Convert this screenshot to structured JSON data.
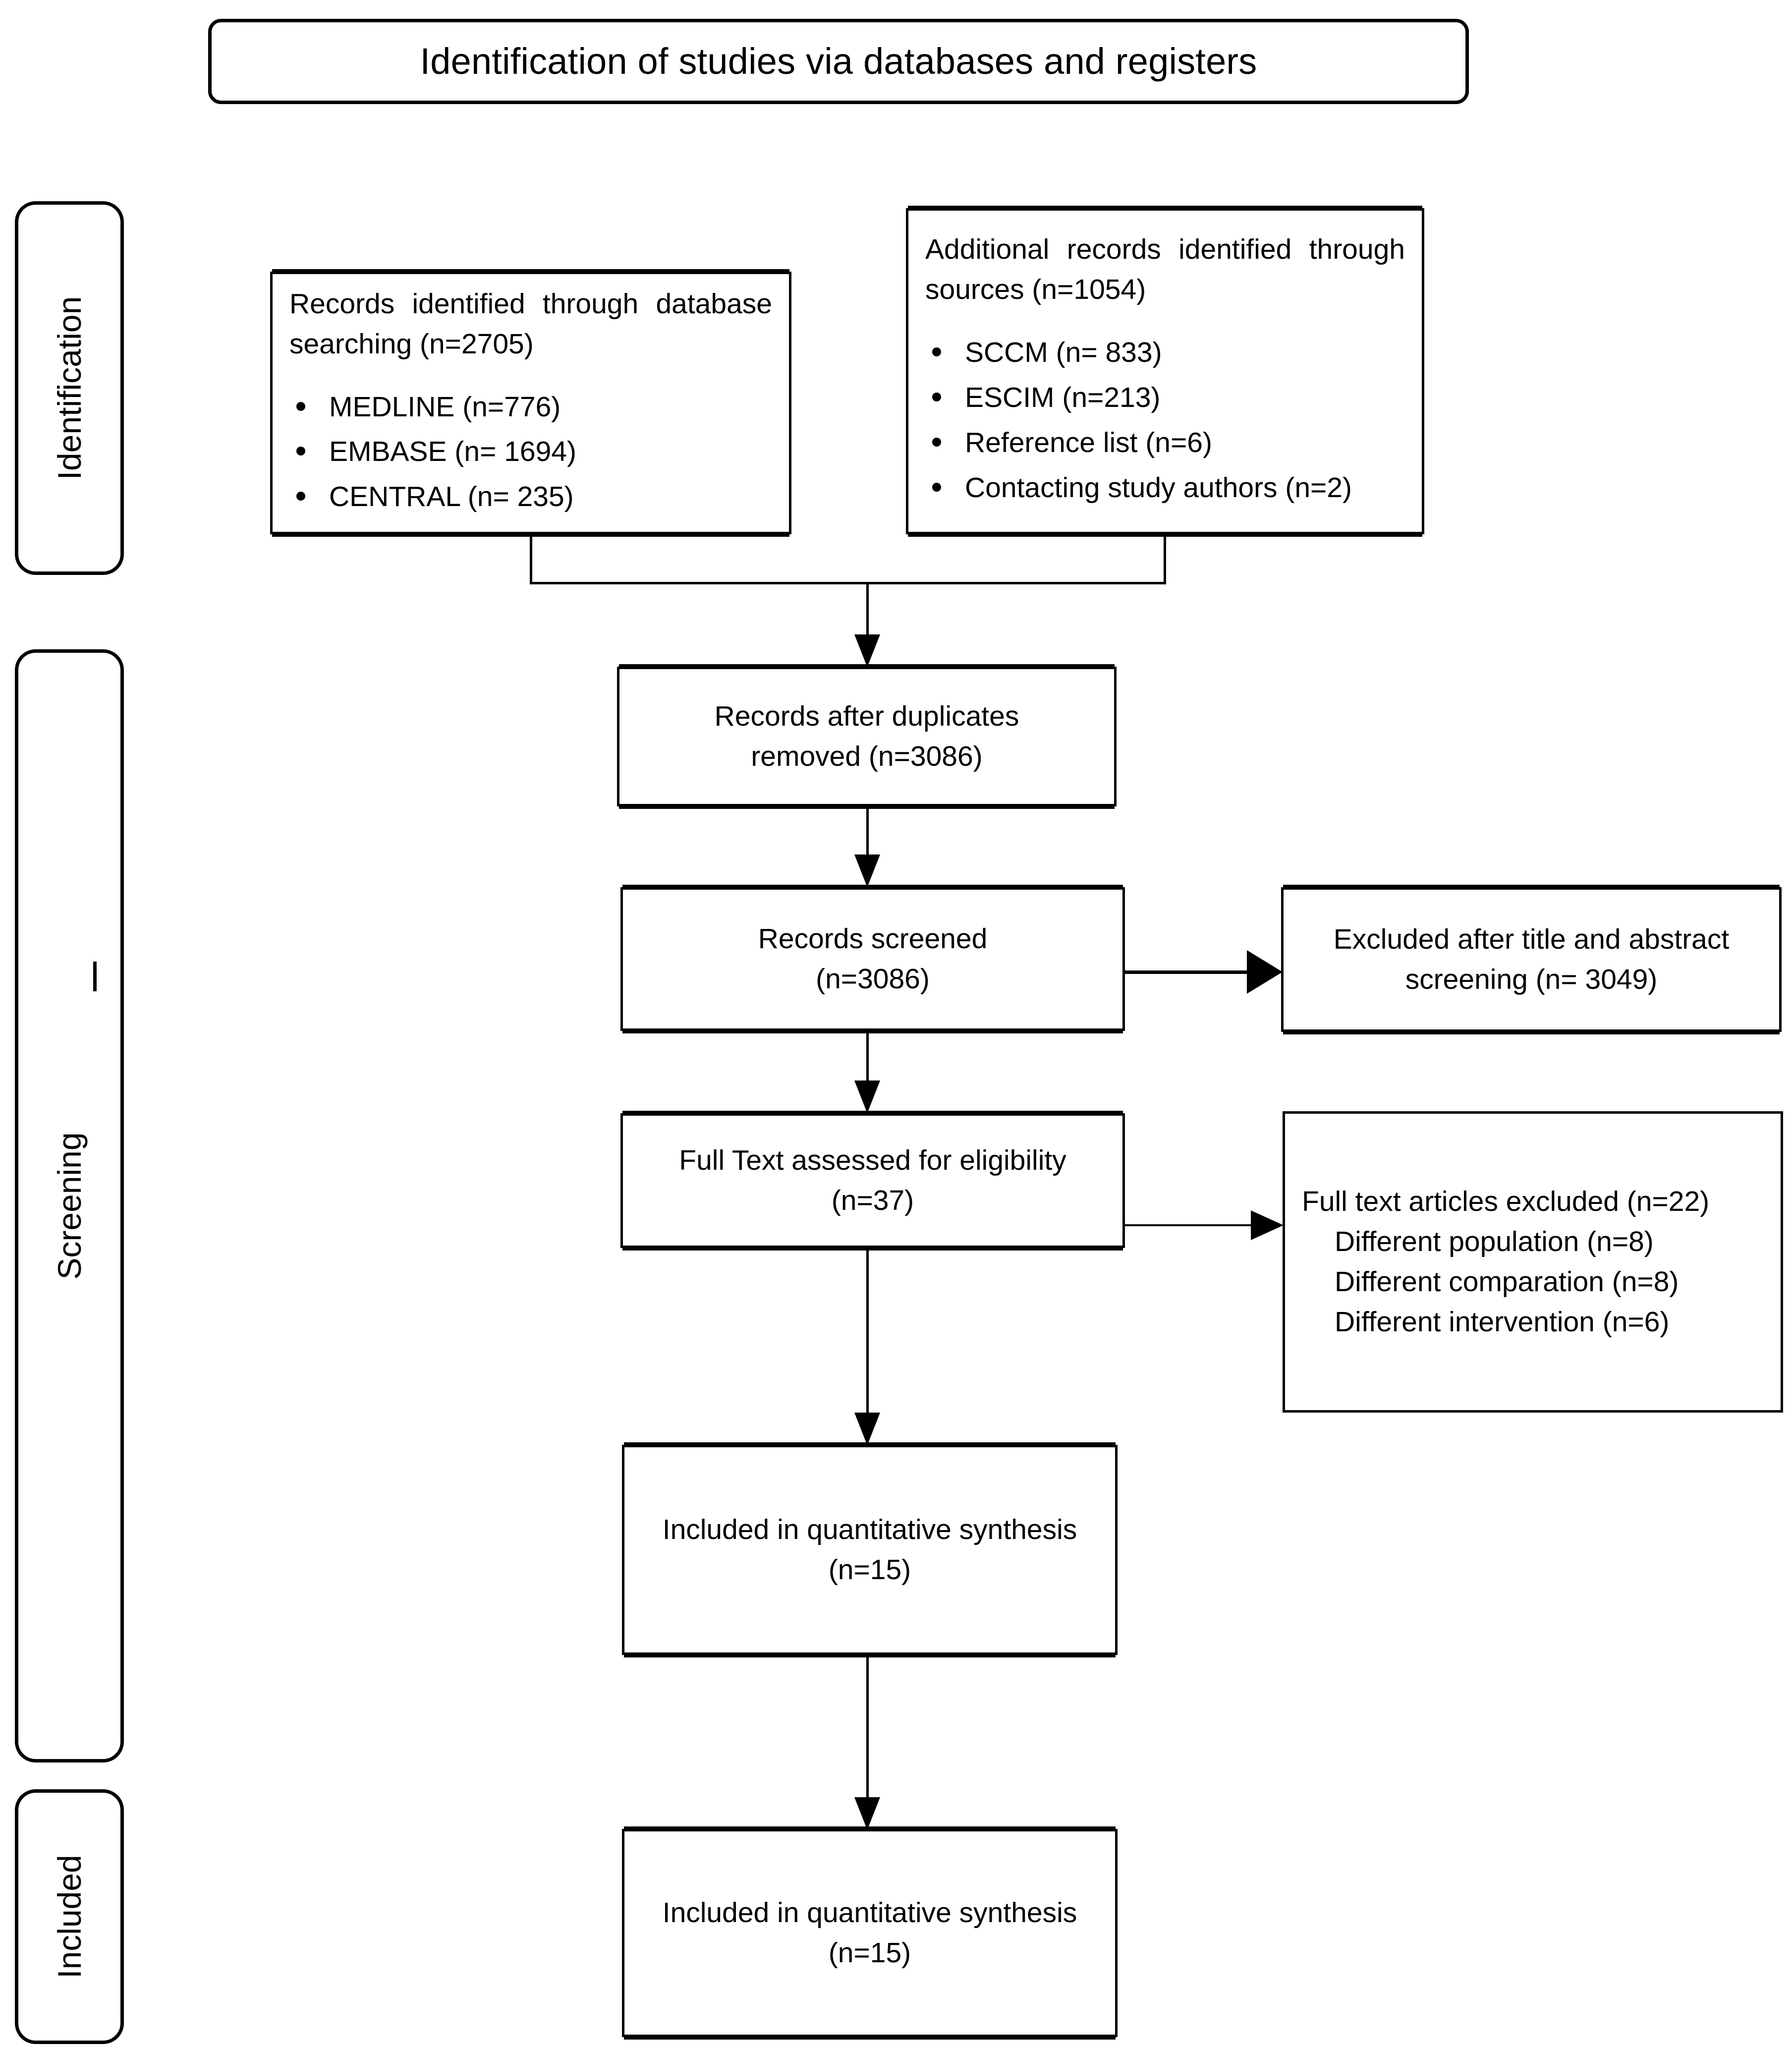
{
  "title": {
    "text": "Identification of studies via databases and registers"
  },
  "stages": [
    {
      "id": "identification",
      "label": "Identification"
    },
    {
      "id": "screening",
      "label": "Screening"
    },
    {
      "id": "included",
      "label": "Included"
    }
  ],
  "boxes": {
    "db_search": {
      "heading": "Records identified through database searching (n=2705)",
      "bullets": [
        "MEDLINE (n=776)",
        "EMBASE (n= 1694)",
        "CENTRAL (n= 235)"
      ]
    },
    "additional": {
      "heading": "Additional records identified through sources (n=1054)",
      "bullets": [
        "SCCM (n= 833)",
        "ESCIM (n=213)",
        "Reference list (n=6)",
        "Contacting study authors (n=2)"
      ]
    },
    "dedup": {
      "line1": "Records after duplicates",
      "line2": "removed (n=3086)"
    },
    "screened": {
      "line1": "Records screened",
      "line2": "(n=3086)"
    },
    "excluded_title_abstract": {
      "line1": "Excluded after title and abstract",
      "line2": "screening (n= 3049)"
    },
    "fulltext": {
      "line1": "Full Text assessed for eligibility",
      "line2": "(n=37)"
    },
    "excluded_fulltext": {
      "line1": "Full text articles excluded (n=22)",
      "line2": "Different population (n=8)",
      "line3": "Different comparation (n=8)",
      "line4": "Different intervention (n=6)"
    },
    "included_quant_1": {
      "line1": "Included in quantitative synthesis",
      "line2": "(n=15)"
    },
    "included_quant_2": {
      "line1": "Included in quantitative synthesis",
      "line2": "(n=15)"
    }
  },
  "colors": {
    "stroke": "#000000",
    "background": "#ffffff"
  }
}
